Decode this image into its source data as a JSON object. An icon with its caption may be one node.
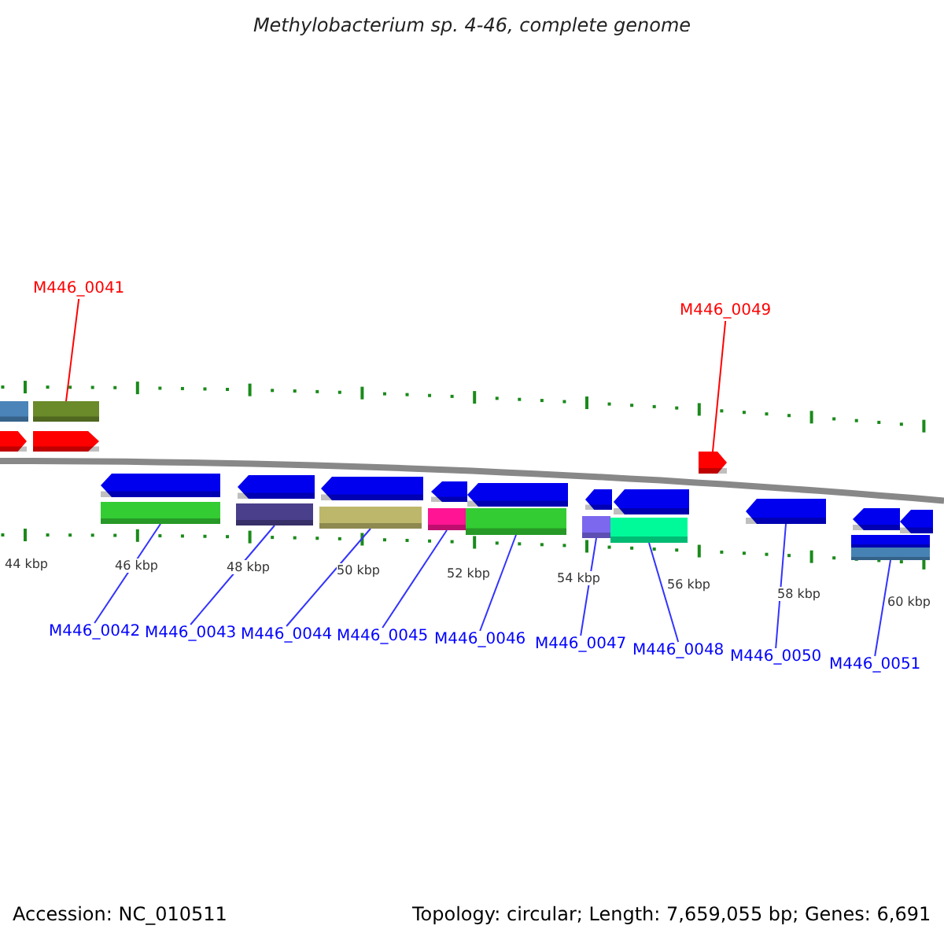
{
  "diagram": {
    "title": "Methylobacterium sp. 4-46, complete genome",
    "nodes": [
      {
        "text": [
          "M446_0041"
        ]
      },
      {
        "text": [
          "M446_0049"
        ]
      },
      {
        "text": [
          "M446_0042"
        ]
      },
      {
        "text": [
          "M446_0043"
        ]
      },
      {
        "text": [
          "M446_0044"
        ]
      },
      {
        "text": [
          "M446_0045"
        ]
      },
      {
        "text": [
          "M446_0046"
        ]
      },
      {
        "text": [
          "M446_0047"
        ]
      },
      {
        "text": [
          "M446_0048"
        ]
      },
      {
        "text": [
          "M446_0050"
        ]
      },
      {
        "text": [
          "M446_0051"
        ]
      },
      {
        "text": [],
        "shape": "bar"
      },
      {
        "text": [],
        "shape": "bar"
      },
      {
        "text": [],
        "shape": "pentagon"
      },
      {
        "text": [],
        "shape": "pentagon"
      },
      {
        "text": [],
        "shape": "pentagon"
      },
      {
        "text": [],
        "shape": "pentagon"
      },
      {
        "text": [],
        "shape": "pentagon"
      },
      {
        "text": [],
        "shape": "pentagon"
      },
      {
        "text": [],
        "shape": "pentagon"
      },
      {
        "text": [],
        "shape": "pentagon"
      },
      {
        "text": [],
        "shape": "pentagon"
      },
      {
        "text": [],
        "shape": "pentagon"
      },
      {
        "text": [],
        "shape": "pentagon"
      },
      {
        "text": [],
        "shape": "pentagon"
      },
      {
        "text": [],
        "shape": "pentagon"
      },
      {
        "text": [],
        "shape": "bar"
      },
      {
        "text": [],
        "shape": "bar"
      },
      {
        "text": [],
        "shape": "bar"
      },
      {
        "text": [],
        "shape": "bar"
      },
      {
        "text": [],
        "shape": "bar"
      },
      {
        "text": [],
        "shape": "bar"
      },
      {
        "text": [],
        "shape": "bar"
      },
      {
        "text": [],
        "shape": "bar"
      },
      {
        "text": [],
        "shape": "bar"
      }
    ],
    "edges": [
      {
        "from": 0,
        "to": 12,
        "arrow": "none",
        "color": "#ff0000"
      },
      {
        "from": 1,
        "to": 15,
        "arrow": "none",
        "color": "#ff0000"
      },
      {
        "from": 2,
        "to": 26,
        "arrow": "none"
      },
      {
        "from": 3,
        "to": 27,
        "arrow": "none"
      },
      {
        "from": 4,
        "to": 28,
        "arrow": "none"
      },
      {
        "from": 5,
        "to": 29,
        "arrow": "none"
      },
      {
        "from": 6,
        "to": 30,
        "arrow": "none"
      },
      {
        "from": 7,
        "to": 31,
        "arrow": "none"
      },
      {
        "from": 8,
        "to": 32,
        "arrow": "none"
      },
      {
        "from": 9,
        "to": 23,
        "arrow": "none"
      },
      {
        "from": 10,
        "to": 34,
        "arrow": "none"
      }
    ],
    "labels": [
      "44 kbp",
      "46 kbp",
      "48 kbp",
      "50 kbp",
      "52 kbp",
      "54 kbp",
      "56 kbp",
      "58 kbp",
      "60 kbp",
      "Accession: NC_010511",
      "Topology: circular; Length: 7,659,055 bp; Genes: 6,691"
    ]
  }
}
